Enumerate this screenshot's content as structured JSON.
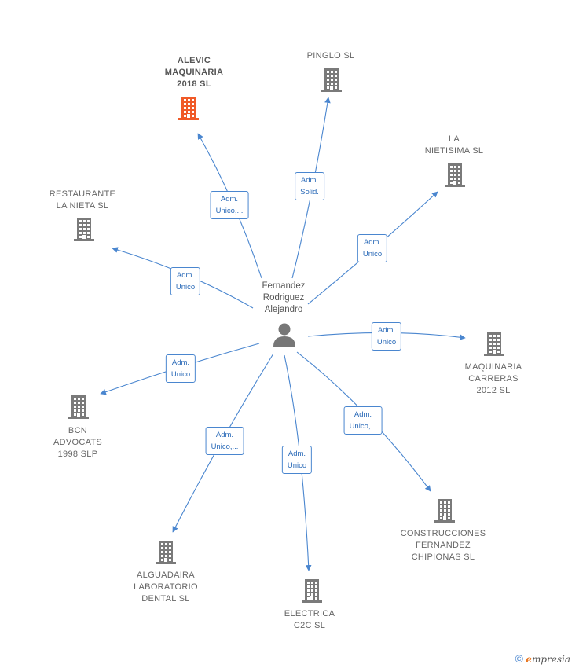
{
  "person": {
    "name": "Fernandez\nRodriguez\nAlejandro",
    "icon": "person-icon"
  },
  "companies": [
    {
      "id": "alevic",
      "name": "ALEVIC\nMAQUINARIA\n2018  SL",
      "highlight": true,
      "color": "#f05a28",
      "icon": "building-icon"
    },
    {
      "id": "pinglo",
      "name": "PINGLO SL",
      "highlight": false,
      "color": "#7a7a7a",
      "icon": "building-icon"
    },
    {
      "id": "nietisima",
      "name": "LA\nNIETISIMA  SL",
      "highlight": false,
      "color": "#7a7a7a",
      "icon": "building-icon"
    },
    {
      "id": "restaurante",
      "name": "RESTAURANTE\nLA NIETA  SL",
      "highlight": false,
      "color": "#7a7a7a",
      "icon": "building-icon"
    },
    {
      "id": "maquinaria",
      "name": "MAQUINARIA\nCARRERAS\n2012 SL",
      "highlight": false,
      "color": "#7a7a7a",
      "icon": "building-icon"
    },
    {
      "id": "bcn",
      "name": "BCN\nADVOCATS\n1998  SLP",
      "highlight": false,
      "color": "#7a7a7a",
      "icon": "building-icon"
    },
    {
      "id": "construcciones",
      "name": "CONSTRUCCIONES\nFERNANDEZ\nCHIPIONAS SL",
      "highlight": false,
      "color": "#7a7a7a",
      "icon": "building-icon"
    },
    {
      "id": "alguadaira",
      "name": "ALGUADAIRA\nLABORATORIO\nDENTAL SL",
      "highlight": false,
      "color": "#7a7a7a",
      "icon": "building-icon"
    },
    {
      "id": "electrica",
      "name": "ELECTRICA\nC2C SL",
      "highlight": false,
      "color": "#7a7a7a",
      "icon": "building-icon"
    }
  ],
  "relations": [
    {
      "to": "alevic",
      "label": "Adm.\nUnico,..."
    },
    {
      "to": "pinglo",
      "label": "Adm.\nSolid."
    },
    {
      "to": "nietisima",
      "label": "Adm.\nUnico"
    },
    {
      "to": "restaurante",
      "label": "Adm.\nUnico"
    },
    {
      "to": "maquinaria",
      "label": "Adm.\nUnico"
    },
    {
      "to": "bcn",
      "label": "Adm.\nUnico"
    },
    {
      "to": "construcciones",
      "label": "Adm.\nUnico,..."
    },
    {
      "to": "alguadaira",
      "label": "Adm.\nUnico,..."
    },
    {
      "to": "electrica",
      "label": "Adm.\nUnico"
    }
  ],
  "colors": {
    "edge": "#4a86cf",
    "person": "#777777"
  },
  "footer": {
    "copyright": "©",
    "brand_first": "e",
    "brand_rest": "mpresia"
  }
}
